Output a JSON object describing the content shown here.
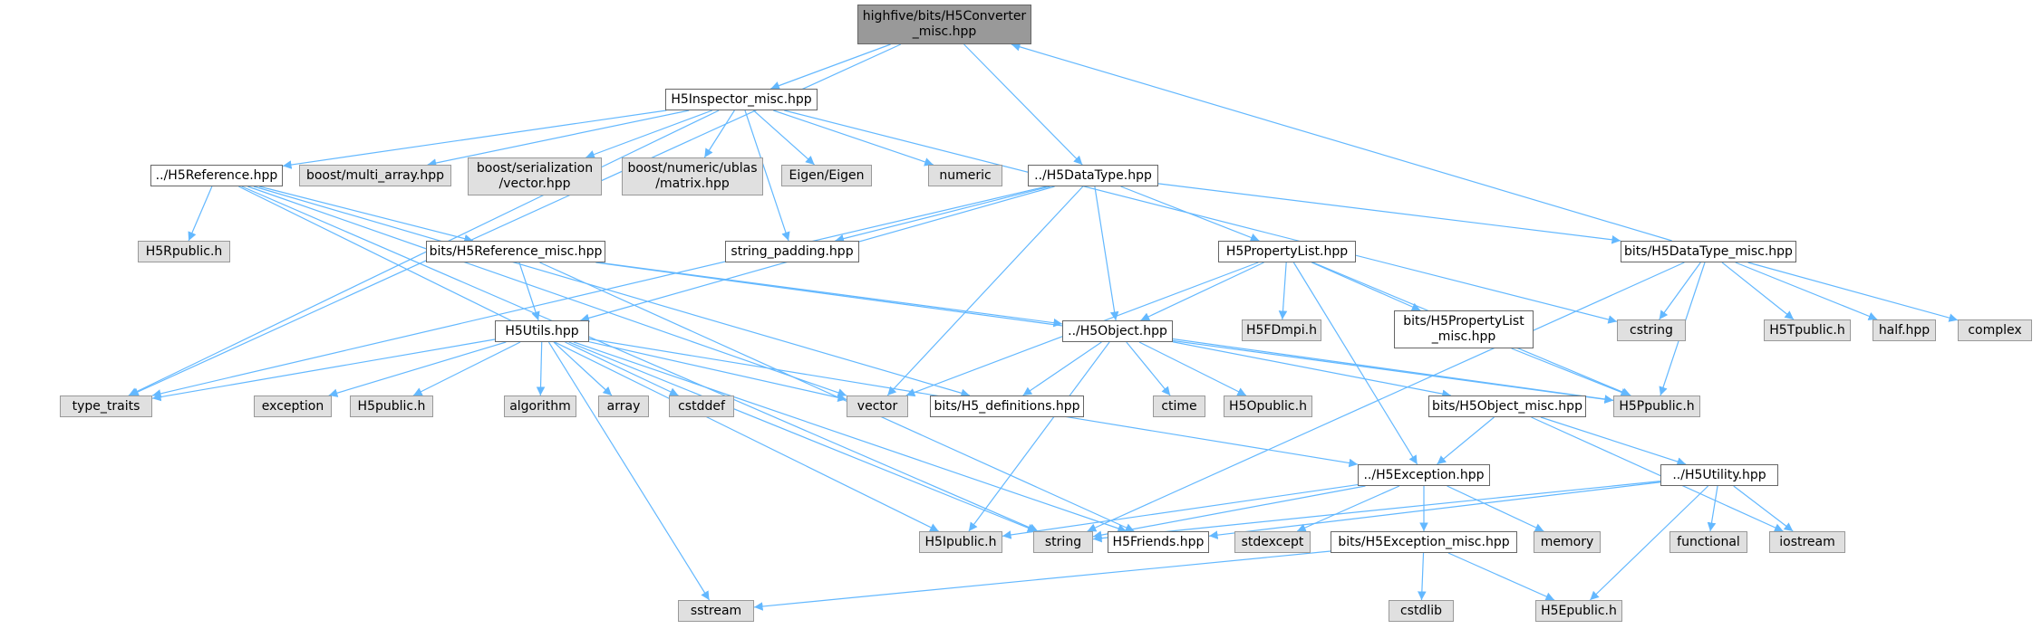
{
  "graph": {
    "root": "highfive/bits/H5Converter_misc.hpp",
    "colors": {
      "edge": "#63b8ff",
      "root_fill": "#999999",
      "internal_fill": "#ffffff",
      "system_fill": "#e0e0e0",
      "border": "#666666"
    },
    "nodes": {
      "root": {
        "label": "highfive/bits/H5Converter\n_misc.hpp",
        "kind": "root"
      },
      "inspector": {
        "label": "H5Inspector_misc.hpp",
        "kind": "internal"
      },
      "reference": {
        "label": "../H5Reference.hpp",
        "kind": "internal"
      },
      "multiarray": {
        "label": "boost/multi_array.hpp",
        "kind": "system"
      },
      "serialization": {
        "label": "boost/serialization\n/vector.hpp",
        "kind": "system"
      },
      "ublas": {
        "label": "boost/numeric/ublas\n/matrix.hpp",
        "kind": "system"
      },
      "eigen": {
        "label": "Eigen/Eigen",
        "kind": "system"
      },
      "numeric": {
        "label": "numeric",
        "kind": "system"
      },
      "datatype": {
        "label": "../H5DataType.hpp",
        "kind": "internal"
      },
      "h5rpublic": {
        "label": "H5Rpublic.h",
        "kind": "system"
      },
      "refmisc": {
        "label": "bits/H5Reference_misc.hpp",
        "kind": "internal"
      },
      "strpad": {
        "label": "string_padding.hpp",
        "kind": "internal"
      },
      "proplist": {
        "label": "H5PropertyList.hpp",
        "kind": "internal"
      },
      "dtmisc": {
        "label": "bits/H5DataType_misc.hpp",
        "kind": "internal"
      },
      "cstring": {
        "label": "cstring",
        "kind": "system"
      },
      "h5tpublic": {
        "label": "H5Tpublic.h",
        "kind": "system"
      },
      "half": {
        "label": "half.hpp",
        "kind": "system"
      },
      "complex": {
        "label": "complex",
        "kind": "system"
      },
      "h5fdmpi": {
        "label": "H5FDmpi.h",
        "kind": "system"
      },
      "plmisc": {
        "label": "bits/H5PropertyList\n_misc.hpp",
        "kind": "internal"
      },
      "utils": {
        "label": "H5Utils.hpp",
        "kind": "internal"
      },
      "object": {
        "label": "../H5Object.hpp",
        "kind": "internal"
      },
      "typetraits": {
        "label": "type_traits",
        "kind": "system"
      },
      "exception": {
        "label": "exception",
        "kind": "system"
      },
      "h5public": {
        "label": "H5public.h",
        "kind": "system"
      },
      "algorithm": {
        "label": "algorithm",
        "kind": "system"
      },
      "array": {
        "label": "array",
        "kind": "system"
      },
      "cstddef": {
        "label": "cstddef",
        "kind": "system"
      },
      "vector": {
        "label": "vector",
        "kind": "system"
      },
      "defs": {
        "label": "bits/H5_definitions.hpp",
        "kind": "internal"
      },
      "ctime": {
        "label": "ctime",
        "kind": "system"
      },
      "h5opublic": {
        "label": "H5Opublic.h",
        "kind": "system"
      },
      "objmisc": {
        "label": "bits/H5Object_misc.hpp",
        "kind": "internal"
      },
      "h5ppublic": {
        "label": "H5Ppublic.h",
        "kind": "system"
      },
      "h5exception": {
        "label": "../H5Exception.hpp",
        "kind": "internal"
      },
      "h5utility": {
        "label": "../H5Utility.hpp",
        "kind": "internal"
      },
      "h5ipublic": {
        "label": "H5Ipublic.h",
        "kind": "system"
      },
      "string": {
        "label": "string",
        "kind": "system"
      },
      "friends": {
        "label": "H5Friends.hpp",
        "kind": "internal"
      },
      "stdexcept": {
        "label": "stdexcept",
        "kind": "system"
      },
      "memory": {
        "label": "memory",
        "kind": "system"
      },
      "excmisc": {
        "label": "bits/H5Exception_misc.hpp",
        "kind": "internal"
      },
      "functional": {
        "label": "functional",
        "kind": "system"
      },
      "iostream": {
        "label": "iostream",
        "kind": "system"
      },
      "sstream": {
        "label": "sstream",
        "kind": "system"
      },
      "cstdlib": {
        "label": "cstdlib",
        "kind": "system"
      },
      "h5epublic": {
        "label": "H5Epublic.h",
        "kind": "system"
      }
    },
    "edges": [
      [
        "root",
        "inspector"
      ],
      [
        "root",
        "datatype"
      ],
      [
        "root",
        "typetraits"
      ],
      [
        "inspector",
        "reference"
      ],
      [
        "inspector",
        "multiarray"
      ],
      [
        "inspector",
        "serialization"
      ],
      [
        "inspector",
        "ublas"
      ],
      [
        "inspector",
        "eigen"
      ],
      [
        "inspector",
        "numeric"
      ],
      [
        "inspector",
        "strpad"
      ],
      [
        "inspector",
        "typetraits"
      ],
      [
        "inspector",
        "cstring"
      ],
      [
        "reference",
        "h5rpublic"
      ],
      [
        "reference",
        "refmisc"
      ],
      [
        "reference",
        "vector"
      ],
      [
        "reference",
        "defs"
      ],
      [
        "reference",
        "h5ipublic"
      ],
      [
        "reference",
        "string"
      ],
      [
        "refmisc",
        "utils"
      ],
      [
        "refmisc",
        "object"
      ],
      [
        "refmisc",
        "friends"
      ],
      [
        "refmisc",
        "h5ppublic"
      ],
      [
        "datatype",
        "strpad"
      ],
      [
        "datatype",
        "proplist"
      ],
      [
        "datatype",
        "dtmisc"
      ],
      [
        "datatype",
        "utils"
      ],
      [
        "datatype",
        "object"
      ],
      [
        "datatype",
        "vector"
      ],
      [
        "datatype",
        "typetraits"
      ],
      [
        "dtmisc",
        "root"
      ],
      [
        "dtmisc",
        "cstring"
      ],
      [
        "dtmisc",
        "h5tpublic"
      ],
      [
        "dtmisc",
        "half"
      ],
      [
        "dtmisc",
        "complex"
      ],
      [
        "dtmisc",
        "h5ppublic"
      ],
      [
        "dtmisc",
        "string"
      ],
      [
        "proplist",
        "h5fdmpi"
      ],
      [
        "proplist",
        "plmisc"
      ],
      [
        "proplist",
        "object"
      ],
      [
        "proplist",
        "h5exception"
      ],
      [
        "proplist",
        "vector"
      ],
      [
        "proplist",
        "h5ppublic"
      ],
      [
        "plmisc",
        "h5ppublic"
      ],
      [
        "utils",
        "typetraits"
      ],
      [
        "utils",
        "exception"
      ],
      [
        "utils",
        "h5public"
      ],
      [
        "utils",
        "algorithm"
      ],
      [
        "utils",
        "array"
      ],
      [
        "utils",
        "cstddef"
      ],
      [
        "utils",
        "vector"
      ],
      [
        "utils",
        "h5exception"
      ],
      [
        "utils",
        "friends"
      ],
      [
        "utils",
        "string"
      ],
      [
        "utils",
        "sstream"
      ],
      [
        "object",
        "defs"
      ],
      [
        "object",
        "ctime"
      ],
      [
        "object",
        "h5opublic"
      ],
      [
        "object",
        "objmisc"
      ],
      [
        "object",
        "h5ipublic"
      ],
      [
        "object",
        "h5ppublic"
      ],
      [
        "objmisc",
        "h5exception"
      ],
      [
        "objmisc",
        "h5utility"
      ],
      [
        "objmisc",
        "iostream"
      ],
      [
        "h5exception",
        "excmisc"
      ],
      [
        "h5exception",
        "string"
      ],
      [
        "h5exception",
        "stdexcept"
      ],
      [
        "h5exception",
        "memory"
      ],
      [
        "h5exception",
        "h5ipublic"
      ],
      [
        "h5utility",
        "h5epublic"
      ],
      [
        "h5utility",
        "functional"
      ],
      [
        "h5utility",
        "iostream"
      ],
      [
        "h5utility",
        "string"
      ],
      [
        "h5utility",
        "friends"
      ],
      [
        "excmisc",
        "sstream"
      ],
      [
        "excmisc",
        "cstdlib"
      ],
      [
        "excmisc",
        "h5epublic"
      ]
    ]
  }
}
